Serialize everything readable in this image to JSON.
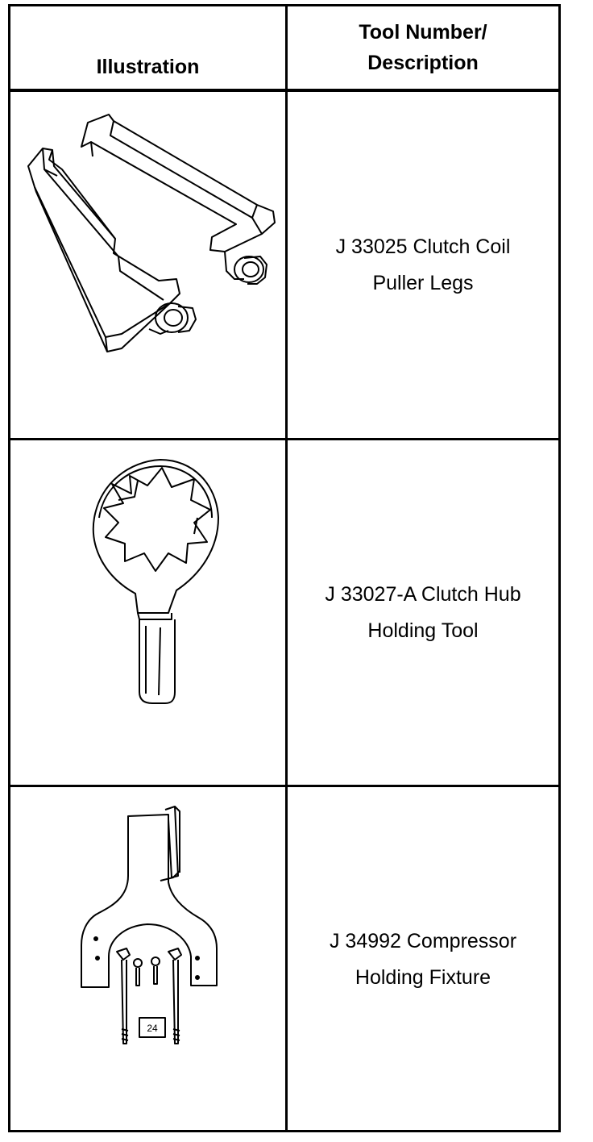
{
  "table": {
    "header": {
      "illustration": "Illustration",
      "tool_line1": "Tool Number/",
      "tool_line2": "Description"
    },
    "rows": [
      {
        "icon": "puller-legs-icon",
        "line1": "J 33025 Clutch Coil",
        "line2": "Puller Legs"
      },
      {
        "icon": "hub-holding-tool-icon",
        "line1": "J 33027-A Clutch Hub",
        "line2": "Holding Tool"
      },
      {
        "icon": "holding-fixture-icon",
        "line1": "J 34992 Compressor",
        "line2": "Holding Fixture",
        "tag": "24"
      }
    ]
  }
}
